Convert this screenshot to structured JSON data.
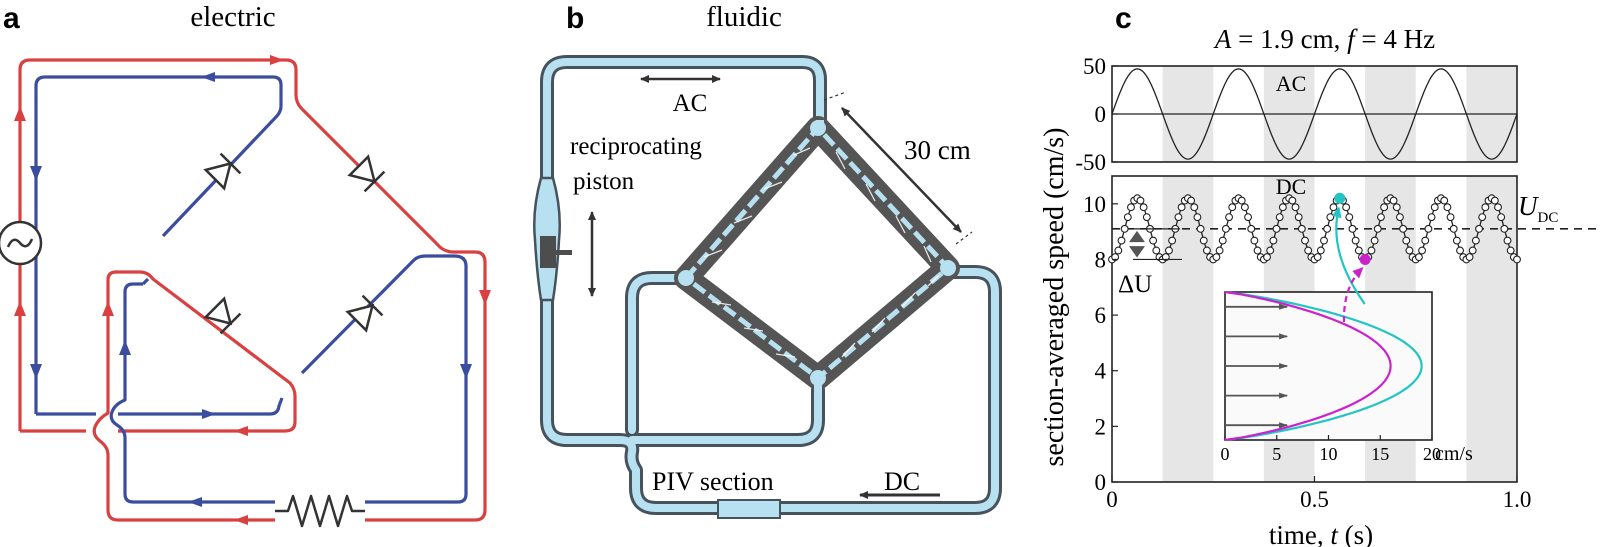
{
  "panel_a": {
    "letter": "a",
    "title": "electric"
  },
  "panel_b": {
    "letter": "b",
    "title": "fluidic",
    "label_ac": "AC",
    "label_piston_1": "reciprocating",
    "label_piston_2": "piston",
    "label_length": "30 cm",
    "label_piv": "PIV section",
    "label_dc": "DC"
  },
  "panel_c": {
    "letter": "c",
    "title_a_var": "A",
    "title_a_val": " = 1.9 cm,  ",
    "title_f_var": "f",
    "title_f_val": " = 4 Hz",
    "ac_label": "AC",
    "dc_label": "DC",
    "udc_main": "U",
    "udc_sub": "DC",
    "delta_u": "ΔU",
    "ylabel": "section-averaged speed (cm/s)",
    "xlabel_text": "time, ",
    "xlabel_var": "t",
    "xlabel_unit": " (s)",
    "inset_unit": "cm/s",
    "colors": {
      "cyan": "#22c4c4",
      "magenta": "#cc22cc",
      "shade": "#e6e6e6"
    }
  },
  "chart_data": [
    {
      "type": "line",
      "name": "AC",
      "x_range": [
        0,
        1
      ],
      "ylim": [
        -50,
        50
      ],
      "yticks": [
        "50",
        "0",
        "-50"
      ],
      "amplitude": 47,
      "frequency_hz": 4,
      "phase": "sin starting at 0",
      "shaded_bands_s": [
        [
          0.125,
          0.25
        ],
        [
          0.375,
          0.5
        ],
        [
          0.625,
          0.75
        ],
        [
          0.875,
          1.0
        ]
      ],
      "grid": false
    },
    {
      "type": "line",
      "name": "DC",
      "x_range": [
        0,
        1
      ],
      "ylim": [
        0,
        11
      ],
      "yticks": [
        "0",
        "2",
        "4",
        "6",
        "8",
        "10"
      ],
      "xticks": [
        "0",
        "0.5",
        "1.0"
      ],
      "mean": 9.1,
      "amplitude": 1.1,
      "frequency_hz": 8,
      "phase": "peak at t = 0.0625",
      "markers": "open circles",
      "mean_line": "dashed at 9.1",
      "highlight_peak_t": 0.5625,
      "highlight_trough_t": 0.625,
      "grid": false
    },
    {
      "type": "line",
      "name": "inset velocity profiles",
      "xticks": [
        "0",
        "5",
        "10",
        "15",
        "20"
      ],
      "xlim": [
        0,
        20
      ],
      "profiles": [
        {
          "color": "cyan",
          "max": 19,
          "at_t": "peak"
        },
        {
          "color": "magenta",
          "max": 16,
          "at_t": "trough"
        }
      ],
      "arrows_y": [
        0.9,
        0.7,
        0.5,
        0.3,
        0.1
      ],
      "arrow_length_cm_s": 6
    }
  ]
}
